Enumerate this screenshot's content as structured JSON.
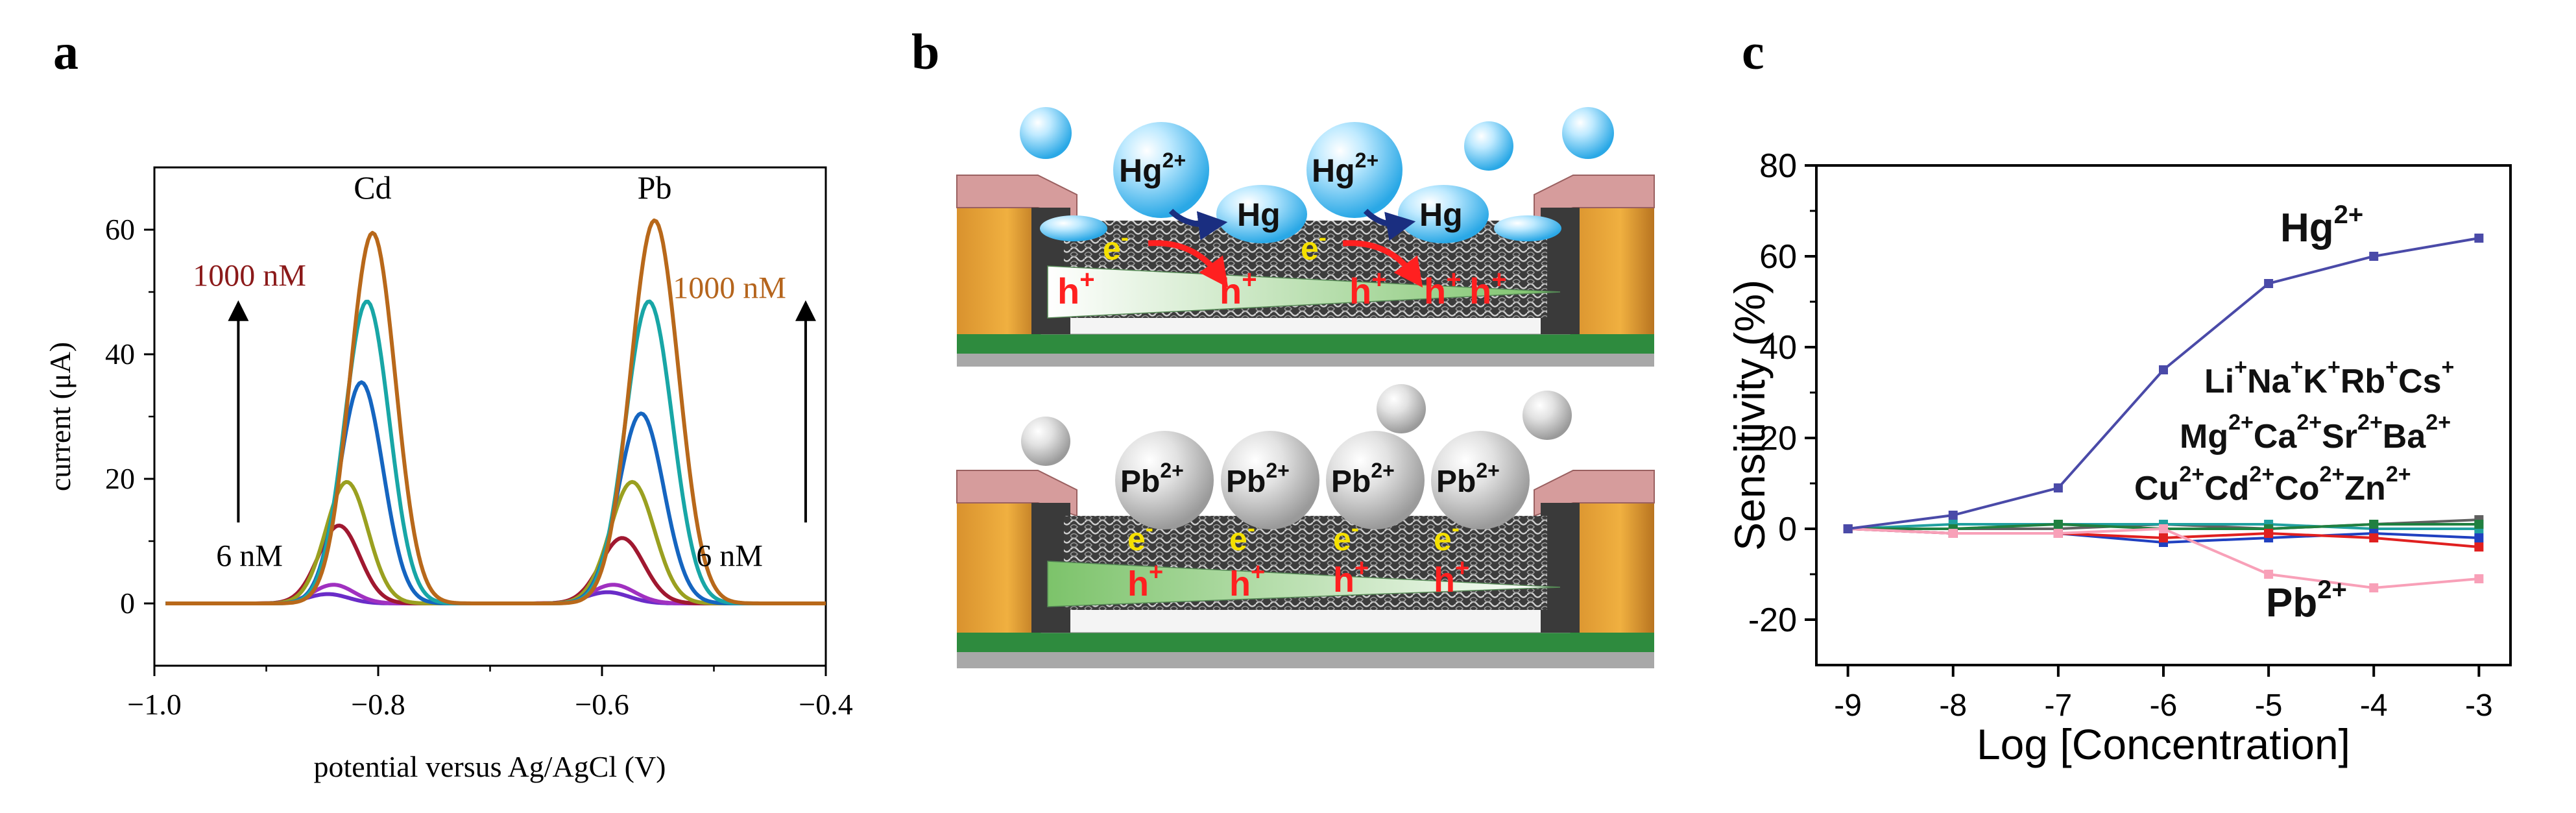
{
  "panels": {
    "a": "a",
    "b": "b",
    "c": "c"
  },
  "colors": {
    "brown": "#b8681a",
    "dark_red": "#8b1a1a",
    "orange_label": "#b5651d",
    "hg_blue": "#3fb6ea",
    "pb_gray": "#b8b8b8",
    "green_layer": "#2e8b3e",
    "electron_yellow": "#f5e000",
    "hole_red": "#ff2020",
    "arrow_navy": "#1a2e80",
    "arrow_red": "#ff2020"
  },
  "chart_data": [
    {
      "type": "line",
      "panel": "a",
      "xlabel": "potential versus Ag/AgCl (V)",
      "ylabel": "current (μA)",
      "xlim": [
        -1.0,
        -0.4
      ],
      "ylim": [
        -10,
        70
      ],
      "xticks": [
        -1.0,
        -0.8,
        -0.6,
        -0.4
      ],
      "xtick_labels": [
        "−1.0",
        "−0.8",
        "−0.6",
        "−0.4"
      ],
      "yticks": [
        0,
        20,
        40,
        60
      ],
      "ytick_labels": [
        "0",
        "20",
        "40",
        "60"
      ],
      "peak_labels": [
        {
          "text": "Cd",
          "x": -0.805,
          "y": 65
        },
        {
          "text": "Pb",
          "x": -0.553,
          "y": 65
        }
      ],
      "annotations": [
        {
          "text": "1000 nM",
          "color": "#8b1a1a",
          "x": -0.915,
          "y": 51
        },
        {
          "text": "6 nM",
          "color": "#000000",
          "x": -0.915,
          "y": 6
        },
        {
          "text": "1000 nM",
          "color": "#b5651d",
          "x": -0.486,
          "y": 49
        },
        {
          "text": "6 nM",
          "color": "#000000",
          "x": -0.486,
          "y": 6
        }
      ],
      "arrows": [
        {
          "x": -0.925,
          "y_from": 13,
          "y_to": 47
        },
        {
          "x": -0.418,
          "y_from": 13,
          "y_to": 47
        }
      ],
      "series": [
        {
          "color": "#b8681a",
          "values_cd": 59.5,
          "values_pb": 61.5,
          "cd_x": -0.805,
          "pb_x": -0.553
        },
        {
          "color": "#18a6a6",
          "values_cd": 48.5,
          "values_pb": 48.5,
          "cd_x": -0.81,
          "pb_x": -0.558
        },
        {
          "color": "#1565c0",
          "values_cd": 35.5,
          "values_pb": 30.5,
          "cd_x": -0.815,
          "pb_x": -0.565
        },
        {
          "color": "#9aa020",
          "values_cd": 19.5,
          "values_pb": 19.5,
          "cd_x": -0.828,
          "pb_x": -0.573
        },
        {
          "color": "#a01830",
          "values_cd": 12.5,
          "values_pb": 10.5,
          "cd_x": -0.835,
          "pb_x": -0.582
        },
        {
          "color": "#a030c0",
          "values_cd": 3.0,
          "values_pb": 3.0,
          "cd_x": -0.84,
          "pb_x": -0.59
        },
        {
          "color": "#6a2cc8",
          "values_cd": 1.5,
          "values_pb": 1.8,
          "cd_x": -0.845,
          "pb_x": -0.595
        }
      ],
      "baseline": 0
    },
    {
      "type": "line",
      "panel": "c",
      "xlabel": "Log [Concentration]",
      "ylabel": "Sensitivity (%)",
      "xlim": [
        -9.3,
        -2.7
      ],
      "ylim": [
        -30,
        80
      ],
      "xticks": [
        -9,
        -8,
        -7,
        -6,
        -5,
        -4,
        -3
      ],
      "xtick_labels": [
        "-9",
        "-8",
        "-7",
        "-6",
        "-5",
        "-4",
        "-3"
      ],
      "yticks": [
        -20,
        0,
        20,
        40,
        60,
        80
      ],
      "ytick_labels": [
        "-20",
        "0",
        "20",
        "40",
        "60",
        "80"
      ],
      "x": [
        -9,
        -8,
        -7,
        -6,
        -5,
        -4,
        -3
      ],
      "series": [
        {
          "name": "Hg2+",
          "color": "#4a4aa8",
          "values": [
            0,
            3,
            9,
            35,
            54,
            60,
            64
          ]
        },
        {
          "name": "Pb2+",
          "color": "#f8a0b8",
          "values": [
            0,
            -1,
            -1,
            0,
            -10,
            -13,
            -11
          ]
        },
        {
          "color": "#e02020",
          "values": [
            0,
            -1,
            -1,
            -2,
            -1,
            -2,
            -4
          ]
        },
        {
          "color": "#2040c0",
          "values": [
            0,
            -1,
            -1,
            -3,
            -2,
            -1,
            -2
          ]
        },
        {
          "color": "#208040",
          "values": [
            0,
            0,
            1,
            0,
            0,
            1,
            1
          ]
        },
        {
          "color": "#20a0a0",
          "values": [
            0,
            1,
            1,
            1,
            1,
            0,
            0
          ]
        },
        {
          "color": "#606060",
          "values": [
            0,
            0,
            0,
            1,
            0,
            1,
            2
          ]
        }
      ],
      "labels": {
        "hg": "Hg",
        "hg_sup": "2+",
        "pb": "Pb",
        "pb_sup": "2+",
        "group1": [
          "Li",
          "+",
          "Na",
          "+",
          "K",
          "+",
          "Rb",
          "+",
          "Cs",
          "+"
        ],
        "group2": [
          "Mg",
          "2+",
          "Ca",
          "2+",
          "Sr",
          "2+",
          "Ba",
          "2+"
        ],
        "group3": [
          "Cu",
          "2+",
          "Cd",
          "2+",
          "Co",
          "2+",
          "Zn",
          "2+"
        ]
      }
    }
  ],
  "diagram_b": {
    "top": {
      "ion_label": "Hg",
      "ion_sup": "2+",
      "product_label": "Hg",
      "electron": "e",
      "electron_sup": "-",
      "hole": "h",
      "hole_sup": "+"
    },
    "bottom": {
      "ion_label": "Pb",
      "ion_sup": "2+",
      "electron": "e",
      "electron_sup": "-",
      "hole": "h",
      "hole_sup": "+"
    }
  }
}
